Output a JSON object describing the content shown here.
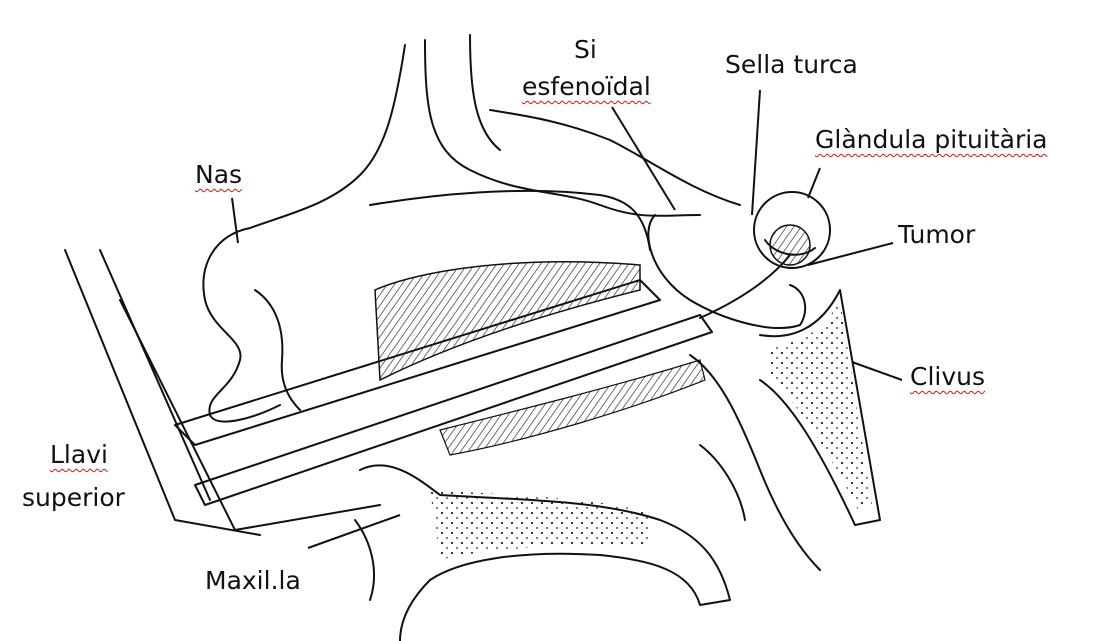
{
  "labels": {
    "nas": "Nas",
    "si_line1": "Si",
    "si_line2": "esfenoïdal",
    "sella": "Sella turca",
    "glandula": "Glàndula pituitària",
    "tumor": "Tumor",
    "clivus": "Clivus",
    "llavi_line1": "Llavi",
    "llavi_line2": "superior",
    "maxil": "Maxil.la"
  },
  "colors": {
    "ink": "#111111",
    "spellcheck_underline": "#dd1111"
  }
}
